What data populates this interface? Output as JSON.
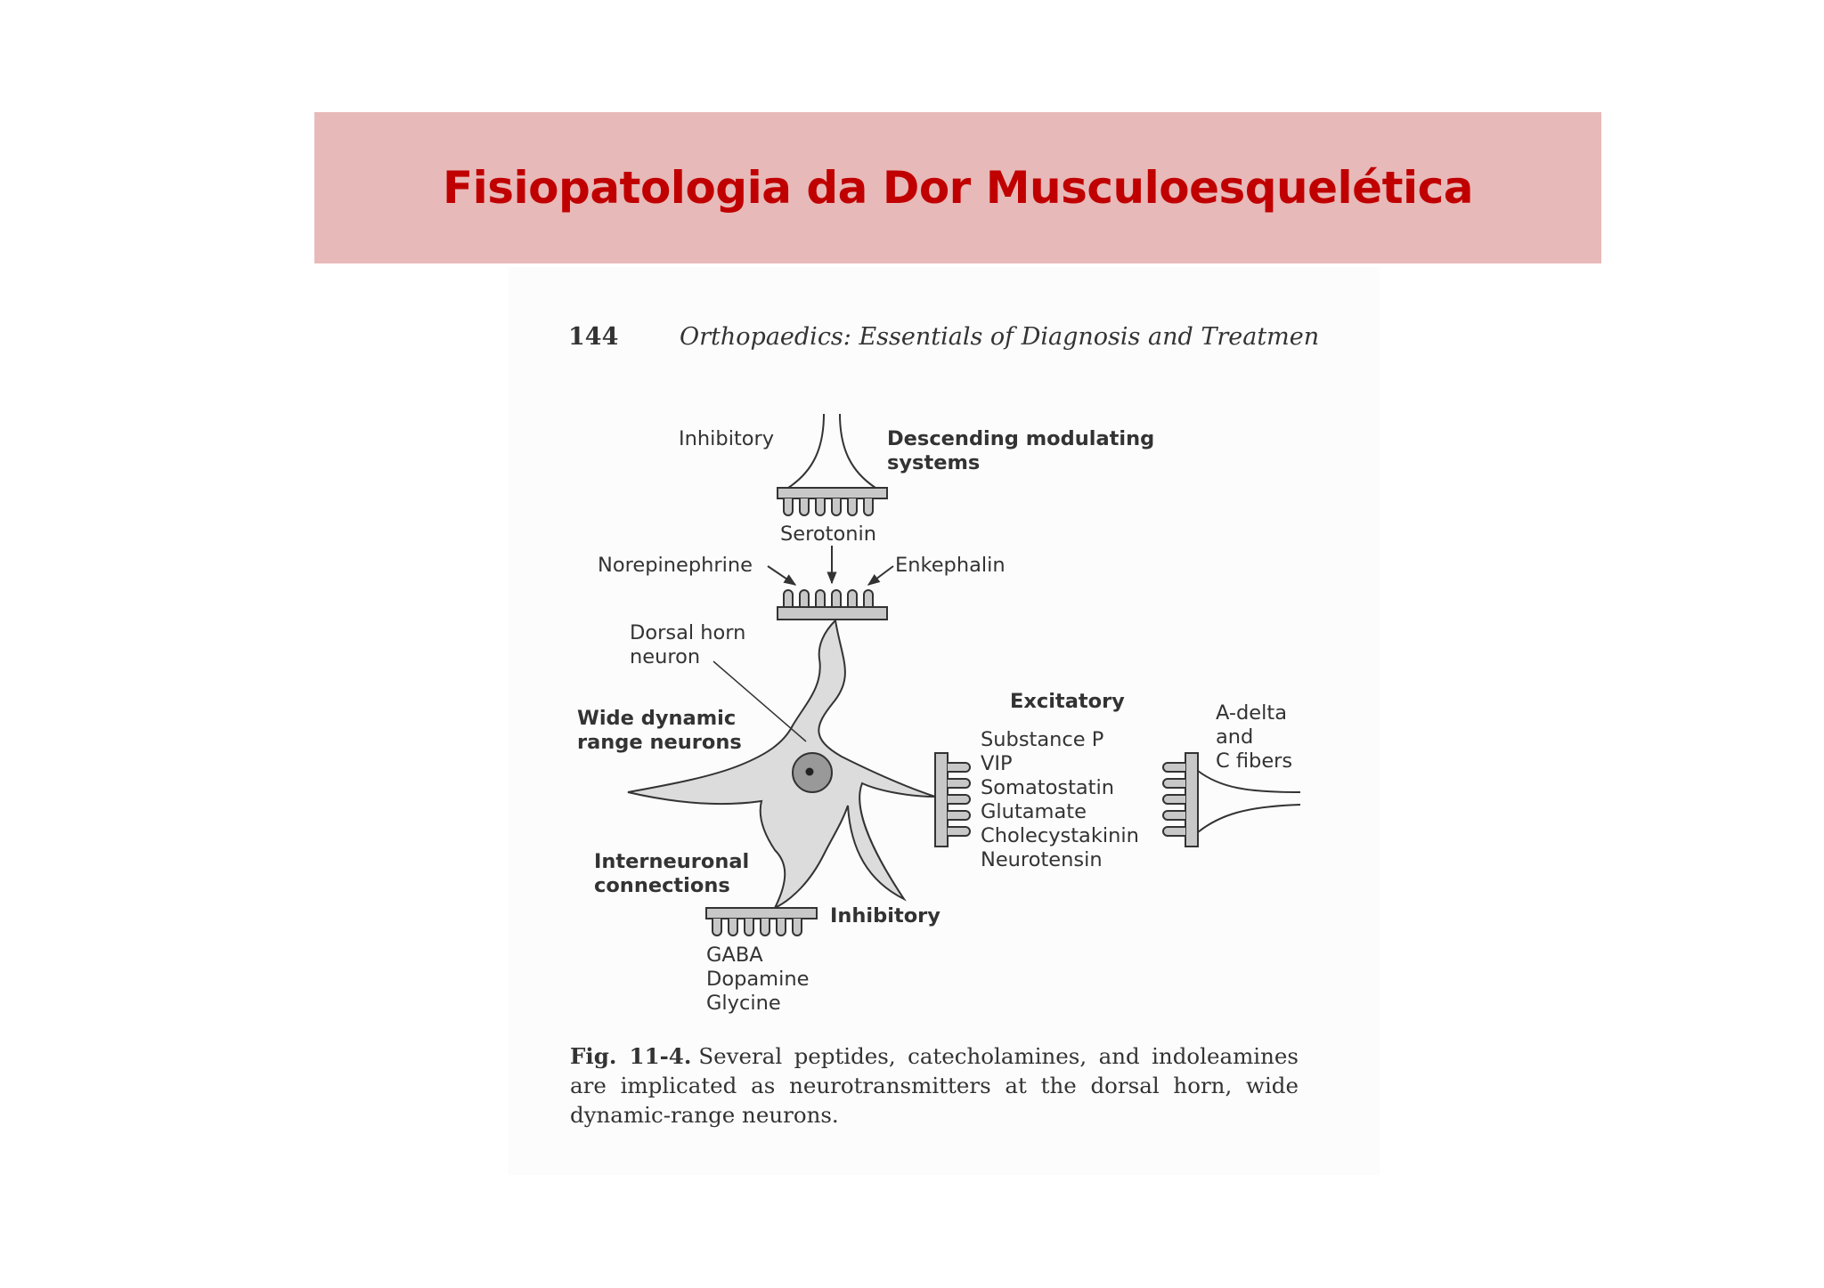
{
  "slide": {
    "title": "Fisiopatologia da Dor Musculoesquelética",
    "title_color": "#c00000",
    "banner_color": "#e8b9b9"
  },
  "page": {
    "number": "144",
    "running_head": "Orthopaedics: Essentials of Diagnosis and Treatmen"
  },
  "diagram": {
    "top_inhibitory": "Inhibitory",
    "descending": [
      "Descending modulating",
      "systems"
    ],
    "serotonin": "Serotonin",
    "norepinephrine": "Norepinephrine",
    "enkephalin": "Enkephalin",
    "dorsal_horn": [
      "Dorsal horn",
      "neuron"
    ],
    "wide_dynamic": [
      "Wide dynamic",
      "range neurons"
    ],
    "excitatory_heading": "Excitatory",
    "excitatory_list": [
      "Substance P",
      "VIP",
      "Somatostatin",
      "Glutamate",
      "Cholecystakinin",
      "Neurotensin"
    ],
    "fibers": [
      "A-delta",
      "and",
      "C fibers"
    ],
    "interneuronal": [
      "Interneuronal",
      "connections"
    ],
    "bottom_inhibitory": "Inhibitory",
    "inhibitory_list": [
      "GABA",
      "Dopamine",
      "Glycine"
    ]
  },
  "caption": {
    "label": "Fig. 11-4.",
    "text": "Several peptides, catecholamines, and indoleamines are implicated as neurotransmitters at the dorsal horn, wide dynamic-range neurons."
  }
}
